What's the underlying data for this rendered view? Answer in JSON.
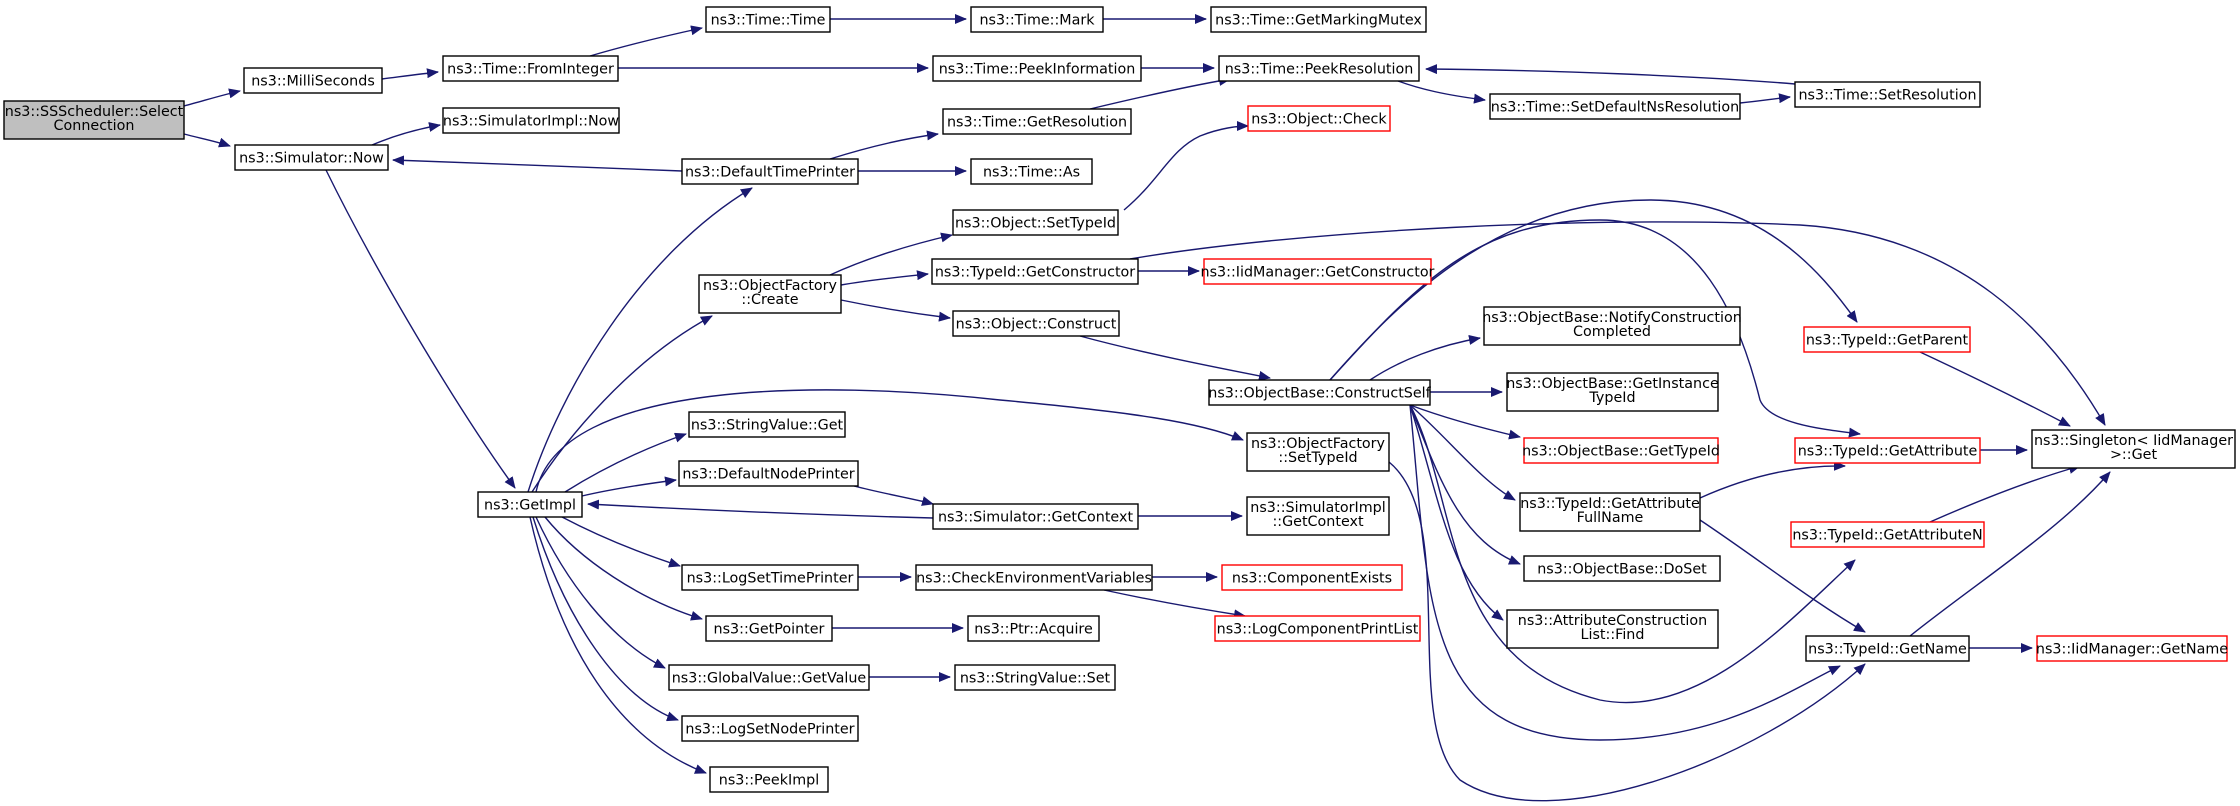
{
  "colors": {
    "background": "#ffffff",
    "edge": "#191970",
    "node_border": "#000000",
    "node_border_truncated": "#ff0000",
    "root_fill": "#bfbfbf",
    "node_fill": "#ffffff",
    "text": "#000000"
  },
  "nodes": [
    {
      "id": "root",
      "lines": [
        "ns3::SSScheduler::Select",
        "Connection"
      ],
      "root": true
    },
    {
      "id": "milliseconds",
      "lines": [
        "ns3::MilliSeconds"
      ]
    },
    {
      "id": "sim_now",
      "lines": [
        "ns3::Simulator::Now"
      ]
    },
    {
      "id": "time_frominteger",
      "lines": [
        "ns3::Time::FromInteger"
      ]
    },
    {
      "id": "simimpl_now",
      "lines": [
        "ns3::SimulatorImpl::Now"
      ]
    },
    {
      "id": "getimpl",
      "lines": [
        "ns3::GetImpl"
      ]
    },
    {
      "id": "time_time",
      "lines": [
        "ns3::Time::Time"
      ]
    },
    {
      "id": "time_mark",
      "lines": [
        "ns3::Time::Mark"
      ]
    },
    {
      "id": "time_getmarkingmutex",
      "lines": [
        "ns3::Time::GetMarkingMutex"
      ]
    },
    {
      "id": "time_peekinformation",
      "lines": [
        "ns3::Time::PeekInformation"
      ]
    },
    {
      "id": "time_peekresolution",
      "lines": [
        "ns3::Time::PeekResolution"
      ]
    },
    {
      "id": "time_getresolution",
      "lines": [
        "ns3::Time::GetResolution"
      ]
    },
    {
      "id": "time_setdefaultns",
      "lines": [
        "ns3::Time::SetDefaultNsResolution"
      ]
    },
    {
      "id": "time_setresolution",
      "lines": [
        "ns3::Time::SetResolution"
      ]
    },
    {
      "id": "defaulttimeprinter",
      "lines": [
        "ns3::DefaultTimePrinter"
      ]
    },
    {
      "id": "time_as",
      "lines": [
        "ns3::Time::As"
      ]
    },
    {
      "id": "object_check",
      "lines": [
        "ns3::Object::Check"
      ],
      "truncated": true
    },
    {
      "id": "object_settypeid",
      "lines": [
        "ns3::Object::SetTypeId"
      ]
    },
    {
      "id": "objectfactory_create",
      "lines": [
        "ns3::ObjectFactory",
        "::Create"
      ]
    },
    {
      "id": "typeid_getconstructor",
      "lines": [
        "ns3::TypeId::GetConstructor"
      ]
    },
    {
      "id": "iidmanager_getconstructor",
      "lines": [
        "ns3::IidManager::GetConstructor"
      ],
      "truncated": true
    },
    {
      "id": "object_construct",
      "lines": [
        "ns3::Object::Construct"
      ]
    },
    {
      "id": "objectbase_constructself",
      "lines": [
        "ns3::ObjectBase::ConstructSelf"
      ]
    },
    {
      "id": "objectbase_notify",
      "lines": [
        "ns3::ObjectBase::NotifyConstruction",
        "Completed"
      ]
    },
    {
      "id": "typeid_getparent",
      "lines": [
        "ns3::TypeId::GetParent"
      ],
      "truncated": true
    },
    {
      "id": "objectbase_getinstancetypeid",
      "lines": [
        "ns3::ObjectBase::GetInstance",
        "TypeId"
      ]
    },
    {
      "id": "objectbase_gettypeid",
      "lines": [
        "ns3::ObjectBase::GetTypeId"
      ],
      "truncated": true
    },
    {
      "id": "typeid_getattribute",
      "lines": [
        "ns3::TypeId::GetAttribute"
      ],
      "truncated": true
    },
    {
      "id": "singleton_get",
      "lines": [
        "ns3::Singleton< IidManager",
        ">::Get"
      ]
    },
    {
      "id": "stringvalue_get",
      "lines": [
        "ns3::StringValue::Get"
      ]
    },
    {
      "id": "objectfactory_settypeid",
      "lines": [
        "ns3::ObjectFactory",
        "::SetTypeId"
      ]
    },
    {
      "id": "defaultnodeprinter",
      "lines": [
        "ns3::DefaultNodePrinter"
      ]
    },
    {
      "id": "sim_getcontext",
      "lines": [
        "ns3::Simulator::GetContext"
      ]
    },
    {
      "id": "simimpl_getcontext",
      "lines": [
        "ns3::SimulatorImpl",
        "::GetContext"
      ]
    },
    {
      "id": "typeid_getattrfullname",
      "lines": [
        "ns3::TypeId::GetAttribute",
        "FullName"
      ]
    },
    {
      "id": "typeid_getattributen",
      "lines": [
        "ns3::TypeId::GetAttributeN"
      ],
      "truncated": true
    },
    {
      "id": "logsettimeprinter",
      "lines": [
        "ns3::LogSetTimePrinter"
      ]
    },
    {
      "id": "checkenvvars",
      "lines": [
        "ns3::CheckEnvironmentVariables"
      ]
    },
    {
      "id": "componentexists",
      "lines": [
        "ns3::ComponentExists"
      ],
      "truncated": true
    },
    {
      "id": "objectbase_doset",
      "lines": [
        "ns3::ObjectBase::DoSet"
      ]
    },
    {
      "id": "logcomponentprintlist",
      "lines": [
        "ns3::LogComponentPrintList"
      ],
      "truncated": true
    },
    {
      "id": "getpointer",
      "lines": [
        "ns3::GetPointer"
      ]
    },
    {
      "id": "ptr_acquire",
      "lines": [
        "ns3::Ptr::Acquire"
      ]
    },
    {
      "id": "attrconstruction_find",
      "lines": [
        "ns3::AttributeConstruction",
        "List::Find"
      ]
    },
    {
      "id": "typeid_getname",
      "lines": [
        "ns3::TypeId::GetName"
      ]
    },
    {
      "id": "iidmanager_getname",
      "lines": [
        "ns3::IidManager::GetName"
      ],
      "truncated": true
    },
    {
      "id": "globalvalue_getvalue",
      "lines": [
        "ns3::GlobalValue::GetValue"
      ]
    },
    {
      "id": "stringvalue_set",
      "lines": [
        "ns3::StringValue::Set"
      ]
    },
    {
      "id": "logsetnodeprinter",
      "lines": [
        "ns3::LogSetNodePrinter"
      ]
    },
    {
      "id": "peekimpl",
      "lines": [
        "ns3::PeekImpl"
      ]
    }
  ],
  "edges": [
    {
      "from": "root",
      "to": "milliseconds"
    },
    {
      "from": "root",
      "to": "sim_now"
    },
    {
      "from": "milliseconds",
      "to": "time_frominteger"
    },
    {
      "from": "time_frominteger",
      "to": "time_time"
    },
    {
      "from": "time_frominteger",
      "to": "time_peekinformation"
    },
    {
      "from": "time_time",
      "to": "time_mark"
    },
    {
      "from": "time_mark",
      "to": "time_getmarkingmutex"
    },
    {
      "from": "time_peekinformation",
      "to": "time_peekresolution"
    },
    {
      "from": "time_getresolution",
      "to": "time_peekresolution"
    },
    {
      "from": "time_peekresolution",
      "to": "time_setdefaultns"
    },
    {
      "from": "time_setdefaultns",
      "to": "time_setresolution"
    },
    {
      "from": "time_setresolution",
      "to": "time_peekresolution"
    },
    {
      "from": "sim_now",
      "to": "simimpl_now"
    },
    {
      "from": "sim_now",
      "to": "getimpl"
    },
    {
      "from": "defaulttimeprinter",
      "to": "sim_now"
    },
    {
      "from": "defaulttimeprinter",
      "to": "time_getresolution"
    },
    {
      "from": "defaulttimeprinter",
      "to": "time_as"
    },
    {
      "from": "getimpl",
      "to": "defaulttimeprinter"
    },
    {
      "from": "getimpl",
      "to": "objectfactory_create"
    },
    {
      "from": "getimpl",
      "to": "stringvalue_get"
    },
    {
      "from": "getimpl",
      "to": "objectfactory_settypeid"
    },
    {
      "from": "getimpl",
      "to": "defaultnodeprinter"
    },
    {
      "from": "getimpl",
      "to": "logsettimeprinter"
    },
    {
      "from": "getimpl",
      "to": "getpointer"
    },
    {
      "from": "getimpl",
      "to": "globalvalue_getvalue"
    },
    {
      "from": "getimpl",
      "to": "logsetnodeprinter"
    },
    {
      "from": "getimpl",
      "to": "peekimpl"
    },
    {
      "from": "sim_getcontext",
      "to": "getimpl"
    },
    {
      "from": "defaultnodeprinter",
      "to": "sim_getcontext"
    },
    {
      "from": "sim_getcontext",
      "to": "simimpl_getcontext"
    },
    {
      "from": "logsettimeprinter",
      "to": "checkenvvars"
    },
    {
      "from": "checkenvvars",
      "to": "componentexists"
    },
    {
      "from": "checkenvvars",
      "to": "logcomponentprintlist"
    },
    {
      "from": "getpointer",
      "to": "ptr_acquire"
    },
    {
      "from": "globalvalue_getvalue",
      "to": "stringvalue_set"
    },
    {
      "from": "objectfactory_create",
      "to": "object_settypeid"
    },
    {
      "from": "objectfactory_create",
      "to": "typeid_getconstructor"
    },
    {
      "from": "objectfactory_create",
      "to": "object_construct"
    },
    {
      "from": "object_settypeid",
      "to": "object_check"
    },
    {
      "from": "typeid_getconstructor",
      "to": "iidmanager_getconstructor"
    },
    {
      "from": "typeid_getconstructor",
      "to": "singleton_get"
    },
    {
      "from": "object_construct",
      "to": "objectbase_constructself"
    },
    {
      "from": "objectbase_constructself",
      "to": "objectbase_notify"
    },
    {
      "from": "objectbase_constructself",
      "to": "objectbase_getinstancetypeid"
    },
    {
      "from": "objectbase_constructself",
      "to": "objectbase_gettypeid"
    },
    {
      "from": "objectbase_constructself",
      "to": "typeid_getparent"
    },
    {
      "from": "objectbase_constructself",
      "to": "typeid_getattribute"
    },
    {
      "from": "objectbase_constructself",
      "to": "typeid_getattrfullname"
    },
    {
      "from": "objectbase_constructself",
      "to": "typeid_getattributen"
    },
    {
      "from": "objectbase_constructself",
      "to": "objectbase_doset"
    },
    {
      "from": "objectbase_constructself",
      "to": "attrconstruction_find"
    },
    {
      "from": "objectbase_constructself",
      "to": "typeid_getname"
    },
    {
      "from": "objectfactory_settypeid",
      "to": "typeid_getname"
    },
    {
      "from": "typeid_getparent",
      "to": "singleton_get"
    },
    {
      "from": "typeid_getattribute",
      "to": "singleton_get"
    },
    {
      "from": "typeid_getattributen",
      "to": "singleton_get"
    },
    {
      "from": "typeid_getname",
      "to": "singleton_get"
    },
    {
      "from": "typeid_getattrfullname",
      "to": "typeid_getattribute"
    },
    {
      "from": "typeid_getattrfullname",
      "to": "typeid_getname"
    },
    {
      "from": "typeid_getname",
      "to": "iidmanager_getname"
    }
  ]
}
